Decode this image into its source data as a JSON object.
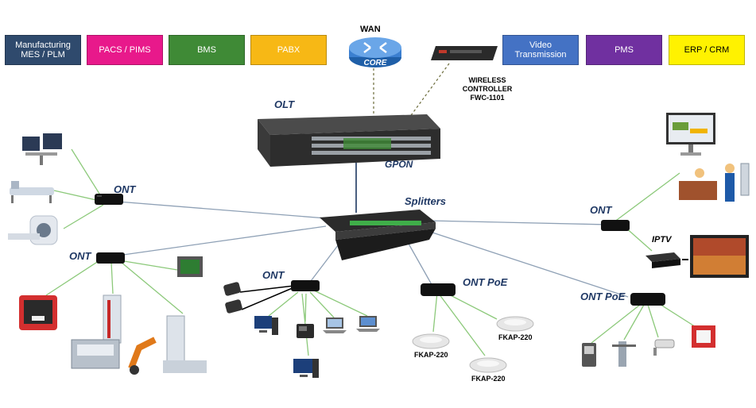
{
  "top_systems": [
    {
      "label": "Manufacturing MES / PLM",
      "color": "#2f4a6d",
      "text_color": "#ffffff"
    },
    {
      "label": "PACS / PIMS",
      "color": "#e8198b",
      "text_color": "#ffffff"
    },
    {
      "label": "BMS",
      "color": "#3f8a36",
      "text_color": "#ffffff"
    },
    {
      "label": "PABX",
      "color": "#f7b815",
      "text_color": "#ffffff"
    },
    {
      "label": "Video Transmission",
      "color": "#4472c4",
      "text_color": "#ffffff"
    },
    {
      "label": "PMS",
      "color": "#7030a0",
      "text_color": "#ffffff"
    },
    {
      "label": "ERP / CRM",
      "color": "#fff200",
      "text_color": "#000000"
    }
  ],
  "labels": {
    "wan": "WAN",
    "core": "CORE",
    "wireless_controller": "WIRELESS CONTROLLER FWC-1101",
    "olt": "OLT",
    "gpon": "GPON",
    "splitters": "Splitters",
    "ont": "ONT",
    "ont_poe": "ONT PoE",
    "iptv": "IPTV",
    "ap_model": "FKAP-220"
  },
  "colors": {
    "link_green": "#8cc97a",
    "link_gray": "#8ea0b5",
    "dashed": "#6b6b3a",
    "label_blue": "#1f3864"
  }
}
